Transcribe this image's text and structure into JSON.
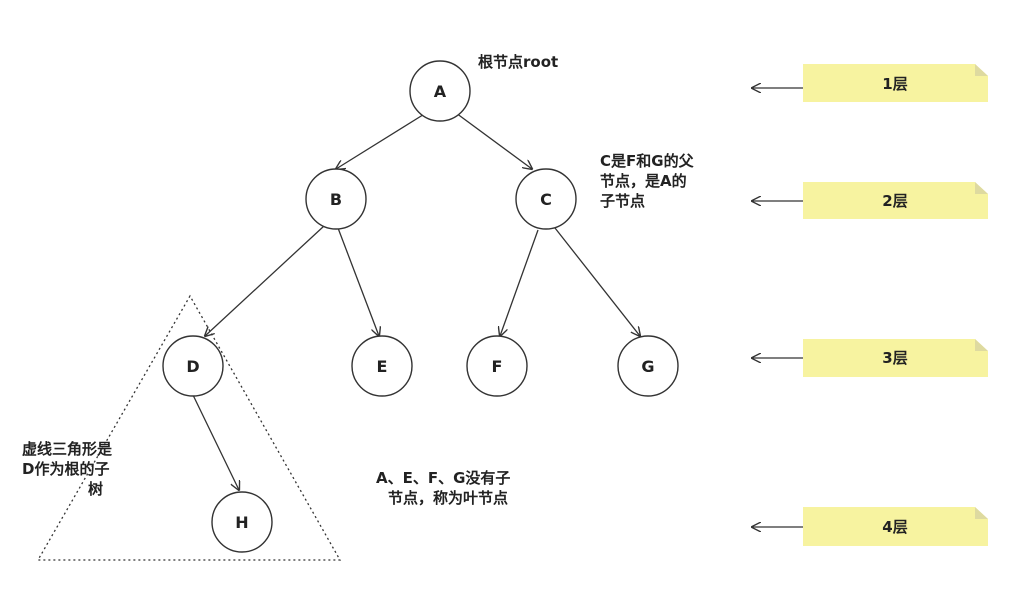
{
  "nodes": {
    "A": "A",
    "B": "B",
    "C": "C",
    "D": "D",
    "E": "E",
    "F": "F",
    "G": "G",
    "H": "H"
  },
  "annotations": {
    "root": "根节点root",
    "parent_child": [
      "C是F和G的父",
      "节点，是A的",
      "子节点"
    ],
    "subtree": [
      "虚线三角形是",
      "D作为根的子",
      "树"
    ],
    "leaves": [
      "A、E、F、G没有子",
      "节点，称为叶节点"
    ]
  },
  "levels": [
    "1层",
    "2层",
    "3层",
    "4层"
  ],
  "colors": {
    "stroke": "#333333",
    "note_fill": "#f7f3a0",
    "note_fold": "#dedaa0"
  }
}
